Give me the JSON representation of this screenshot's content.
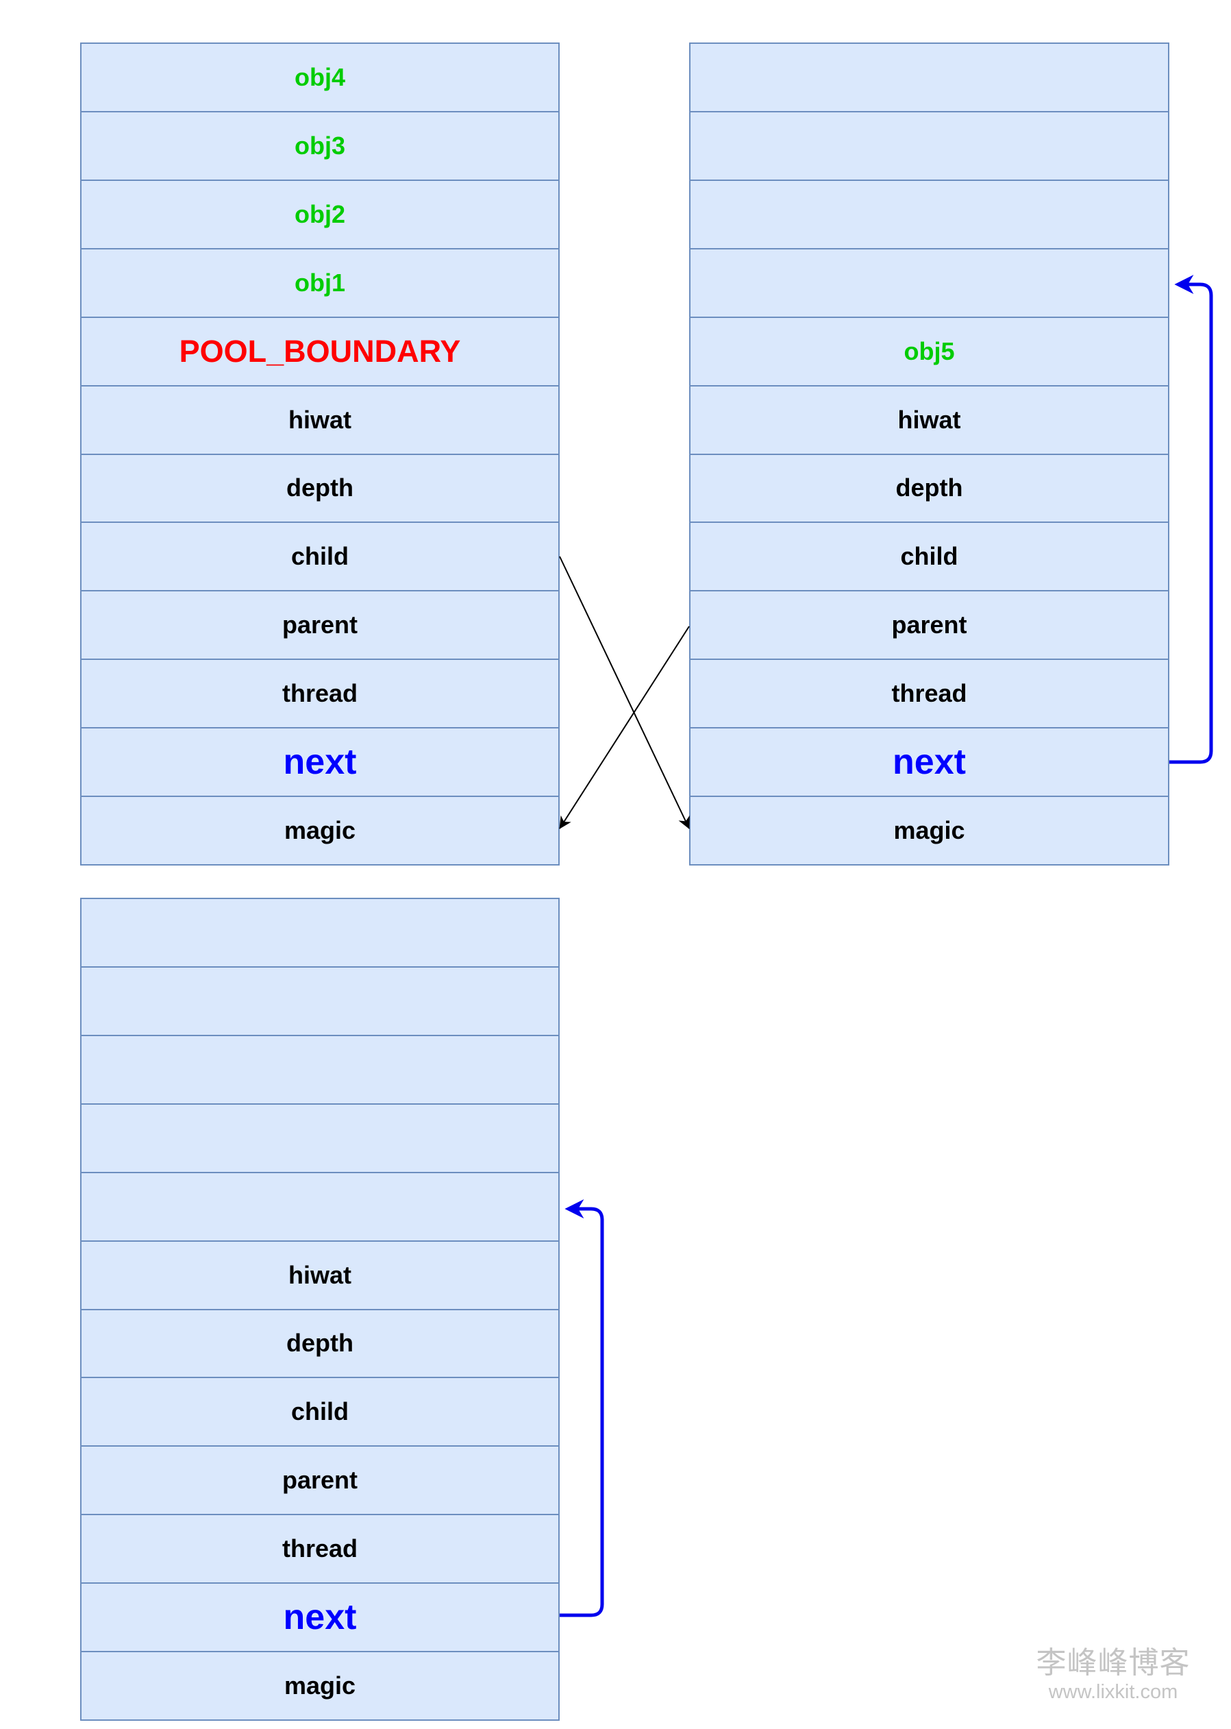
{
  "colors": {
    "cell_fill": "#dae8fc",
    "cell_border": "#6c8ebf",
    "obj_text": "#00cc00",
    "boundary_text": "#ff0000",
    "field_text": "#000000",
    "next_text": "#0000ff",
    "link_arrow": "#000000",
    "next_arrow": "#0000ee",
    "watermark": "#c4c4c4"
  },
  "tables": [
    {
      "rows": [
        "obj4",
        "obj3",
        "obj2",
        "obj1",
        "POOL_BOUNDARY",
        "hiwat",
        "depth",
        "child",
        "parent",
        "thread",
        "next",
        "magic"
      ]
    },
    {
      "rows": [
        "",
        "",
        "",
        "",
        "obj5",
        "hiwat",
        "depth",
        "child",
        "parent",
        "thread",
        "next",
        "magic"
      ]
    },
    {
      "rows": [
        "",
        "",
        "",
        "",
        "",
        "hiwat",
        "depth",
        "child",
        "parent",
        "thread",
        "next",
        "magic"
      ]
    }
  ],
  "watermark": {
    "title": "李峰峰博客",
    "url": "www.lixkit.com"
  }
}
